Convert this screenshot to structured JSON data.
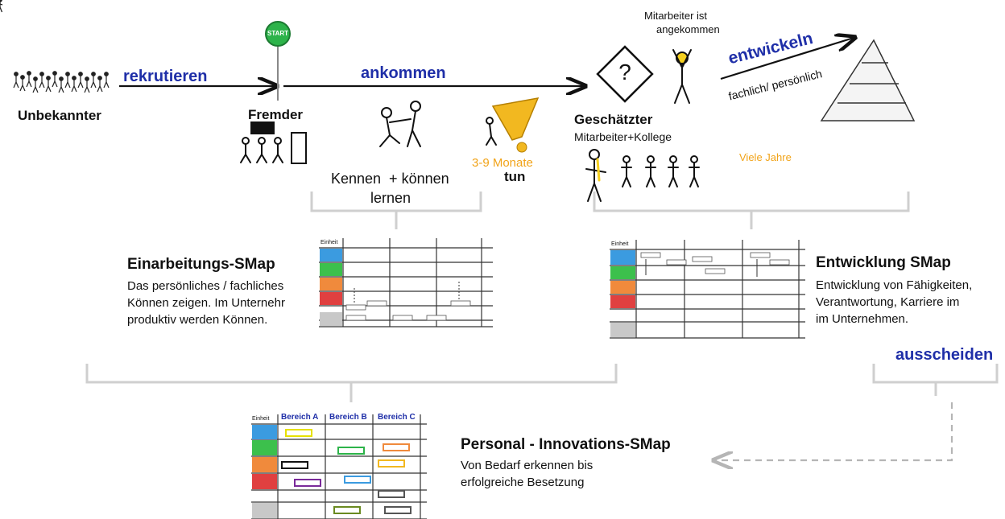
{
  "flow": {
    "rekrutieren": "rekrutieren",
    "ankommen": "ankommen",
    "entwickeln": "entwickeln",
    "fachlich": "fachlich/ persönlich",
    "ausscheiden": "ausscheiden"
  },
  "stages": {
    "unbekannter": "Unbekannter",
    "fremder": "Fremder",
    "geschaetzter": "Geschätzter",
    "geschaetzter_sub": "Mitarbeiter+Kollege",
    "angekommen_line1": "Mitarbeiter ist",
    "angekommen_line2": "angekommen",
    "kennen_line1": "Kennen  + können",
    "kennen_line2": "lernen",
    "monate": "3-9 Monate",
    "tun": "tun",
    "viele_jahre": "Viele Jahre",
    "start": "START",
    "question": "?"
  },
  "einarbeitung": {
    "title": "Einarbeitungs-SMap",
    "lines": [
      "Das persönliches / fachliches",
      "Können zeigen. Im Unternehr",
      "produktiv werden Können."
    ],
    "header": "Einheit"
  },
  "entwicklung": {
    "title": "Entwicklung SMap",
    "lines": [
      "Entwicklung von Fähigkeiten,",
      "Verantwortung, Karriere im",
      "im Unternehmen."
    ],
    "header": "Einheit"
  },
  "innovation": {
    "title": "Personal - Innovations-SMap",
    "lines": [
      "Von Bedarf erkennen bis",
      "erfolgreiche Besetzung"
    ],
    "header": "Einheit",
    "columns": [
      "Bereich A",
      "Bereich B",
      "Bereich C"
    ]
  },
  "colors": {
    "blue": "#3b9be0",
    "green": "#3cc04c",
    "orange": "#f08a3c",
    "red": "#e04040",
    "white": "#ffffff",
    "grey": "#c8c8c8",
    "arrow_text": "#1f2fa8",
    "accent": "#f1a318"
  }
}
